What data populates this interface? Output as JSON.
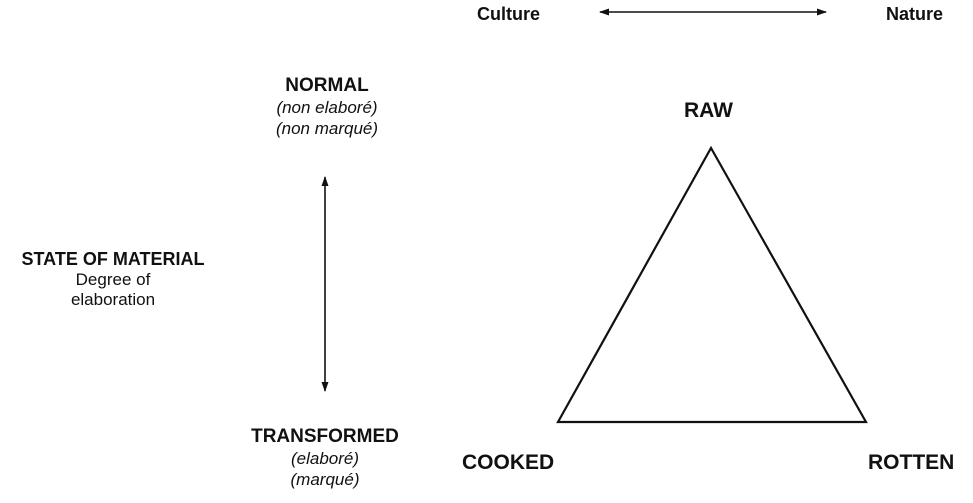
{
  "top_axis": {
    "left_label": "Culture",
    "right_label": "Nature"
  },
  "left_axis": {
    "top_label": "NORMAL",
    "top_sub1": "(non elaboré)",
    "top_sub2": "(non marqué)",
    "bottom_label": "TRANSFORMED",
    "bottom_sub1": "(elaboré)",
    "bottom_sub2": "(marqué)"
  },
  "side_label": {
    "title": "STATE OF MATERIAL",
    "line1": "Degree of",
    "line2": "elaboration"
  },
  "triangle": {
    "top": "RAW",
    "bottom_left": "COOKED",
    "bottom_right": "ROTTEN"
  }
}
